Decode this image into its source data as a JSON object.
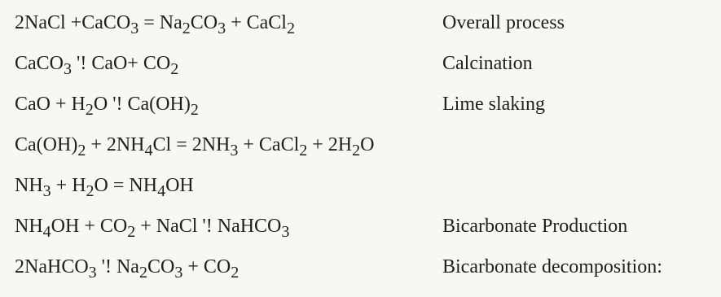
{
  "reactions": [
    {
      "equation": [
        {
          "t": "2NaCl +CaCO"
        },
        {
          "s": "3"
        },
        {
          "t": " = Na"
        },
        {
          "s": "2"
        },
        {
          "t": "CO"
        },
        {
          "s": "3"
        },
        {
          "t": " + CaCl"
        },
        {
          "s": "2"
        }
      ],
      "label": "Overall process"
    },
    {
      "equation": [
        {
          "t": "CaCO"
        },
        {
          "s": "3"
        },
        {
          "t": " '! CaO+ CO"
        },
        {
          "s": "2"
        }
      ],
      "label": "Calcination"
    },
    {
      "equation": [
        {
          "t": "CaO + H"
        },
        {
          "s": "2"
        },
        {
          "t": "O '! Ca(OH)"
        },
        {
          "s": "2"
        }
      ],
      "label": "Lime slaking"
    },
    {
      "equation": [
        {
          "t": "Ca(OH)"
        },
        {
          "s": "2"
        },
        {
          "t": " + 2NH"
        },
        {
          "s": "4"
        },
        {
          "t": "Cl  = 2NH"
        },
        {
          "s": "3"
        },
        {
          "t": " + CaCl"
        },
        {
          "s": "2"
        },
        {
          "t": " + 2H"
        },
        {
          "s": "2"
        },
        {
          "t": "O"
        }
      ],
      "label": ""
    },
    {
      "equation": [
        {
          "t": "NH"
        },
        {
          "s": "3"
        },
        {
          "t": " + H"
        },
        {
          "s": "2"
        },
        {
          "t": "O  = NH"
        },
        {
          "s": "4"
        },
        {
          "t": "OH"
        }
      ],
      "label": ""
    },
    {
      "equation": [
        {
          "t": "NH"
        },
        {
          "s": "4"
        },
        {
          "t": "OH + CO"
        },
        {
          "s": "2"
        },
        {
          "t": " + NaCl '! NaHCO"
        },
        {
          "s": "3"
        }
      ],
      "label": "Bicarbonate Production"
    },
    {
      "equation": [
        {
          "t": "2NaHCO"
        },
        {
          "s": "3"
        },
        {
          "t": " '! Na"
        },
        {
          "s": "2"
        },
        {
          "t": "CO"
        },
        {
          "s": "3"
        },
        {
          "t": " + CO"
        },
        {
          "s": "2"
        }
      ],
      "label": "Bicarbonate decomposition:"
    }
  ]
}
